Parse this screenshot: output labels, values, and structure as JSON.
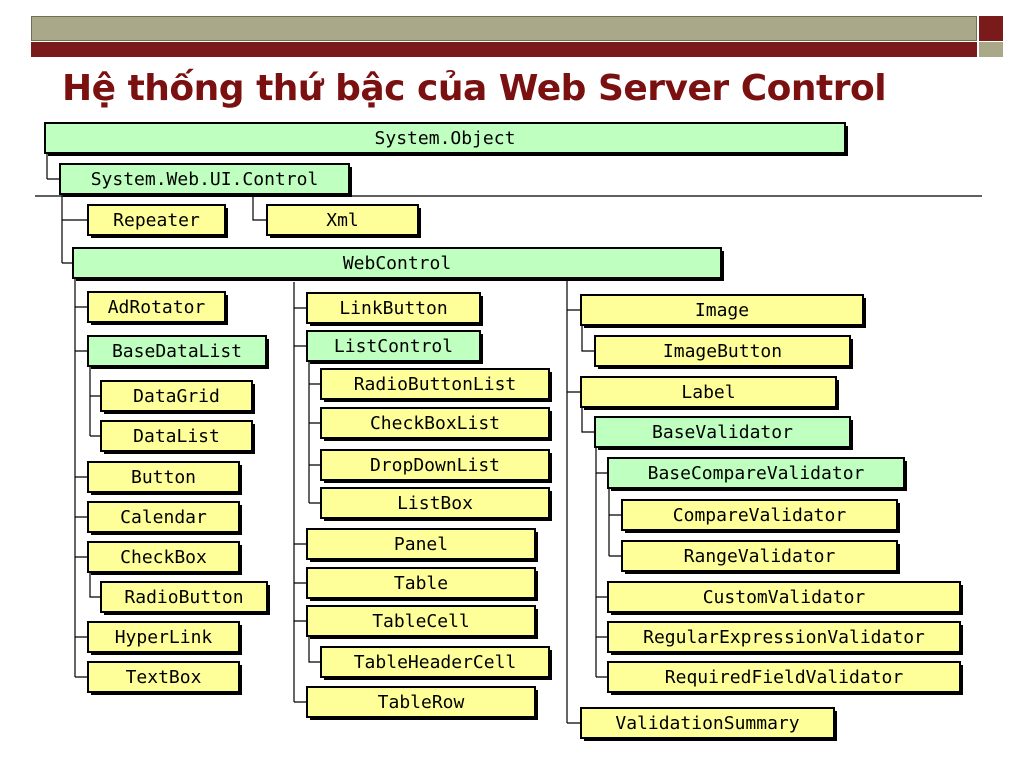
{
  "slide": {
    "title": "Hệ thống thứ bậc của Web Server Control"
  },
  "colors": {
    "base_class_fill": "#bfffbf",
    "class_fill": "#ffff99",
    "title_color": "#7a1010",
    "header_bar": "#a9a98a",
    "header_strip": "#7a1a1a"
  },
  "nodes": [
    {
      "label": "System.Object",
      "kind": "base"
    },
    {
      "label": "System.Web.UI.Control",
      "kind": "base"
    },
    {
      "label": "Repeater",
      "kind": "class"
    },
    {
      "label": "Xml",
      "kind": "class"
    },
    {
      "label": "WebControl",
      "kind": "base"
    },
    {
      "label": "AdRotator",
      "kind": "class"
    },
    {
      "label": "BaseDataList",
      "kind": "base"
    },
    {
      "label": "DataGrid",
      "kind": "class"
    },
    {
      "label": "DataList",
      "kind": "class"
    },
    {
      "label": "Button",
      "kind": "class"
    },
    {
      "label": "Calendar",
      "kind": "class"
    },
    {
      "label": "CheckBox",
      "kind": "class"
    },
    {
      "label": "RadioButton",
      "kind": "class"
    },
    {
      "label": "HyperLink",
      "kind": "class"
    },
    {
      "label": "TextBox",
      "kind": "class"
    },
    {
      "label": "LinkButton",
      "kind": "class"
    },
    {
      "label": "ListControl",
      "kind": "base"
    },
    {
      "label": "RadioButtonList",
      "kind": "class"
    },
    {
      "label": "CheckBoxList",
      "kind": "class"
    },
    {
      "label": "DropDownList",
      "kind": "class"
    },
    {
      "label": "ListBox",
      "kind": "class"
    },
    {
      "label": "Panel",
      "kind": "class"
    },
    {
      "label": "Table",
      "kind": "class"
    },
    {
      "label": "TableCell",
      "kind": "class"
    },
    {
      "label": "TableHeaderCell",
      "kind": "class"
    },
    {
      "label": "TableRow",
      "kind": "class"
    },
    {
      "label": "Image",
      "kind": "class"
    },
    {
      "label": "ImageButton",
      "kind": "class"
    },
    {
      "label": "Label",
      "kind": "class"
    },
    {
      "label": "BaseValidator",
      "kind": "base"
    },
    {
      "label": "BaseCompareValidator",
      "kind": "base"
    },
    {
      "label": "CompareValidator",
      "kind": "class"
    },
    {
      "label": "RangeValidator",
      "kind": "class"
    },
    {
      "label": "CustomValidator",
      "kind": "class"
    },
    {
      "label": "RegularExpressionValidator",
      "kind": "class"
    },
    {
      "label": "RequiredFieldValidator",
      "kind": "class"
    },
    {
      "label": "ValidationSummary",
      "kind": "class"
    }
  ]
}
